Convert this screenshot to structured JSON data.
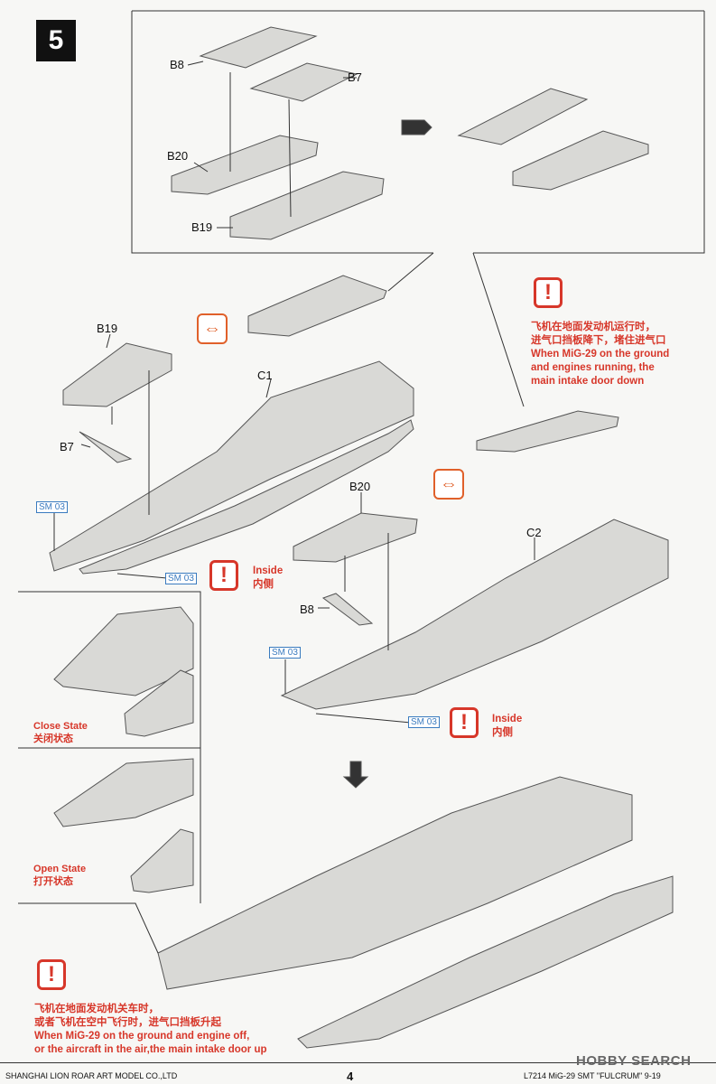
{
  "step": {
    "number": "5"
  },
  "parts": {
    "b8_top": "B8",
    "b7_top": "B7",
    "b20_top": "B20",
    "b19_top": "B19",
    "b19_mid": "B19",
    "b7_mid": "B7",
    "c1": "C1",
    "b20_mid": "B20",
    "b8_mid": "B8",
    "c2": "C2"
  },
  "sm": {
    "a": "SM 03",
    "b": "SM 03",
    "c": "SM 03",
    "d": "SM 03"
  },
  "notes": {
    "ground_running_cn1": "飞机在地面发动机运行时，",
    "ground_running_cn2": "进气口挡板降下，堵住进气口",
    "ground_running_en1": "When MiG-29 on the ground",
    "ground_running_en2": "and engines running, the",
    "ground_running_en3": "main intake door down",
    "inside1_en": "Inside",
    "inside1_cn": "内侧",
    "inside2_en": "Inside",
    "inside2_cn": "内侧",
    "close_en": "Close State",
    "close_cn": "关闭状态",
    "open_en": "Open State",
    "open_cn": "打开状态",
    "off_cn1": "飞机在地面发动机关车时，",
    "off_cn2": "或者飞机在空中飞行时，进气口挡板升起",
    "off_en1": "When MiG-29 on the ground and engine off,",
    "off_en2": "or the aircraft in the air,the main intake door up",
    "warn_symbol": "!"
  },
  "swap_symbol": "⇔",
  "footer": {
    "company": "SHANGHAI LION ROAR ART MODEL CO.,LTD",
    "page": "4",
    "code": "L7214  MiG-29  SMT \"FULCRUM\" 9-19",
    "watermark": "HOBBY SEARCH"
  },
  "colors": {
    "warning": "#d7372a",
    "swap": "#e0602a",
    "sm": "#3a7bbf",
    "part": "#d9d9d6"
  }
}
